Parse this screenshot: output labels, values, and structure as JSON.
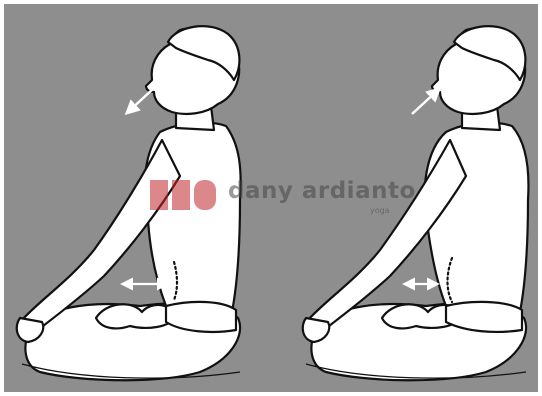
{
  "figures": [
    {
      "label": "exhale",
      "breath_direction": "out",
      "abdomen": "contracted"
    },
    {
      "label": "inhale",
      "breath_direction": "in",
      "abdomen": "expanded"
    }
  ],
  "watermark": {
    "title": "dany ardianto",
    "subtitle": "yoga",
    "color": "#c0282c"
  },
  "colors": {
    "background": "#8e8e8e",
    "outline": "#111111",
    "body": "#ffffff",
    "arrow": "#ffffff"
  }
}
